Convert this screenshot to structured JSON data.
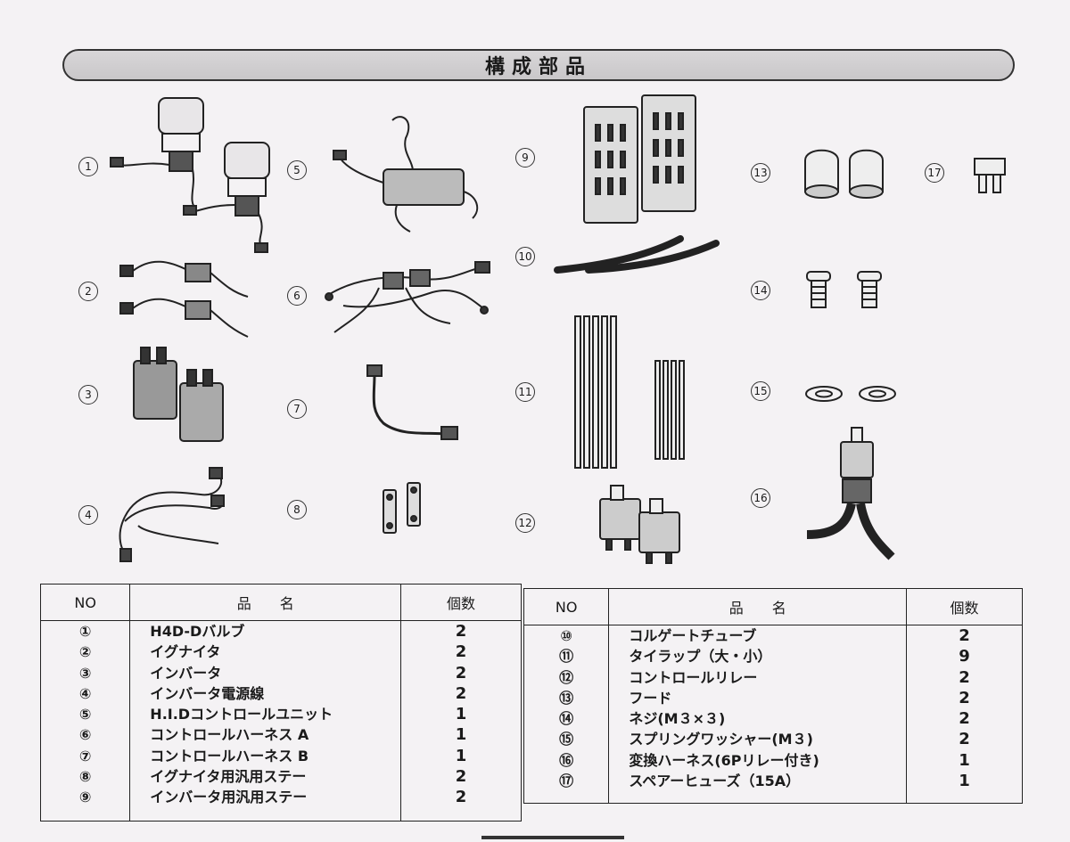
{
  "title": "構成部品",
  "parts": [
    {
      "no": "1",
      "icon": "hid-bulb-icon"
    },
    {
      "no": "2",
      "icon": "igniter-icon"
    },
    {
      "no": "3",
      "icon": "inverter-icon"
    },
    {
      "no": "4",
      "icon": "inverter-power-cable-icon"
    },
    {
      "no": "5",
      "icon": "hid-control-unit-icon"
    },
    {
      "no": "6",
      "icon": "control-harness-a-icon"
    },
    {
      "no": "7",
      "icon": "control-harness-b-icon"
    },
    {
      "no": "8",
      "icon": "igniter-stay-icon"
    },
    {
      "no": "9",
      "icon": "inverter-stay-icon"
    },
    {
      "no": "10",
      "icon": "corrugated-tube-icon"
    },
    {
      "no": "11",
      "icon": "cable-tie-icon"
    },
    {
      "no": "12",
      "icon": "control-relay-icon"
    },
    {
      "no": "13",
      "icon": "hood-icon"
    },
    {
      "no": "14",
      "icon": "screw-icon"
    },
    {
      "no": "15",
      "icon": "spring-washer-icon"
    },
    {
      "no": "16",
      "icon": "conversion-harness-icon"
    },
    {
      "no": "17",
      "icon": "spare-fuse-icon"
    }
  ],
  "table": {
    "headers": {
      "no": "NO",
      "name": "品　　名",
      "qty": "個数"
    },
    "left_rows": [
      {
        "no": "①",
        "name": "H4D-Dバルブ",
        "qty": "2"
      },
      {
        "no": "②",
        "name": "イグナイタ",
        "qty": "2"
      },
      {
        "no": "③",
        "name": "インバータ",
        "qty": "2"
      },
      {
        "no": "④",
        "name": "インバータ電源線",
        "qty": "2"
      },
      {
        "no": "⑤",
        "name": "H.I.Dコントロールユニット",
        "qty": "1"
      },
      {
        "no": "⑥",
        "name": "コントロールハーネス A",
        "qty": "1"
      },
      {
        "no": "⑦",
        "name": "コントロールハーネス B",
        "qty": "1"
      },
      {
        "no": "⑧",
        "name": "イグナイタ用汎用ステー",
        "qty": "2"
      },
      {
        "no": "⑨",
        "name": "インバータ用汎用ステー",
        "qty": "2"
      }
    ],
    "right_rows": [
      {
        "no": "⑩",
        "name": "コルゲートチューブ",
        "qty": "2"
      },
      {
        "no": "⑪",
        "name": "タイラップ（大・小）",
        "qty": "9"
      },
      {
        "no": "⑫",
        "name": "コントロールリレー",
        "qty": "2"
      },
      {
        "no": "⑬",
        "name": "フード",
        "qty": "2"
      },
      {
        "no": "⑭",
        "name": "ネジ(M３×３)",
        "qty": "2"
      },
      {
        "no": "⑮",
        "name": "スプリングワッシャー(M３)",
        "qty": "2"
      },
      {
        "no": "⑯",
        "name": "変換ハーネス(6Pリレー付き)",
        "qty": "1"
      },
      {
        "no": "⑰",
        "name": "スペアーヒューズ（15A）",
        "qty": "1"
      }
    ]
  }
}
